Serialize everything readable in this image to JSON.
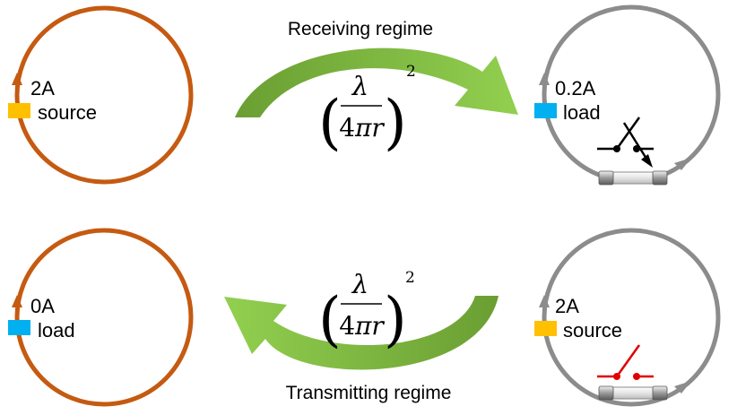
{
  "regimes": {
    "receiving": "Receiving regime",
    "transmitting": "Transmitting regime"
  },
  "formula": {
    "numerator": "λ",
    "denominator_coeff": "4",
    "denominator_pi": "π",
    "denominator_r": "r",
    "exponent": "2",
    "paren_left": "(",
    "paren_right": ")"
  },
  "loops": {
    "top_left": {
      "current": "2A",
      "role": "source"
    },
    "top_right": {
      "current": "0.2A",
      "role": "load"
    },
    "bottom_left": {
      "current": "0A",
      "role": "load"
    },
    "bottom_right": {
      "current": "2A",
      "role": "source"
    }
  },
  "colors": {
    "orange_loop": "#C55A11",
    "gray_loop": "#8C8C8C",
    "arrow_dark_green": "#6A9E32",
    "arrow_light_green": "#92D050",
    "source_marker": "#FFC000",
    "load_marker": "#00B0F0",
    "switch_black": "#000000",
    "switch_red": "#E00000"
  }
}
